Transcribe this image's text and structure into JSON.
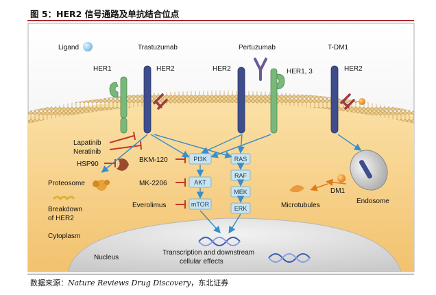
{
  "figure": {
    "title": "图 5：HER2 信号通路及单抗结合位点",
    "source_prefix": "数据来源：",
    "source_journal": "Nature Reviews Drug Discovery",
    "source_suffix": "，东北证券"
  },
  "diagram": {
    "ligand": "Ligand",
    "trastuzumab": "Trastuzumab",
    "pertuzumab": "Pertuzumab",
    "tdm1": "T-DM1",
    "her1": "HER1",
    "her2_a": "HER2",
    "her2_b": "HER2",
    "her13": "HER1, 3",
    "her2_c": "HER2",
    "lapatinib": "Lapatinib",
    "neratinib": "Neratinib",
    "hsp90": "HSP90",
    "proteosome": "Proteosome",
    "breakdown1": "Breakdown",
    "breakdown2": "of HER2",
    "cytoplasm": "Cytoplasm",
    "nucleus": "Nucleus",
    "transcription1": "Transcription and downstream",
    "transcription2": "cellular effects",
    "bkm120": "BKM-120",
    "mk2206": "MK-2206",
    "everolimus": "Everolimus",
    "pi3k": "PI3K",
    "akt": "AKT",
    "mtor": "mTOR",
    "ras": "RAS",
    "raf": "RAF",
    "mek": "MEK",
    "erk": "ERK",
    "dm1": "DM1",
    "microtubules": "Microtubules",
    "endosome": "Endosome"
  },
  "colors": {
    "her2_receptor": "#3f4d8c",
    "her1_receptor": "#7ab77a",
    "antibody": "#9b3b45",
    "pertuzumab_antibody": "#6b5b95",
    "inhibitor": "#c0392b",
    "cytoplasm": "#f7d08a",
    "nucleus": "#dcdcdc",
    "pathway_box": "#c9e3ef",
    "arrow": "#3a8fc9"
  }
}
